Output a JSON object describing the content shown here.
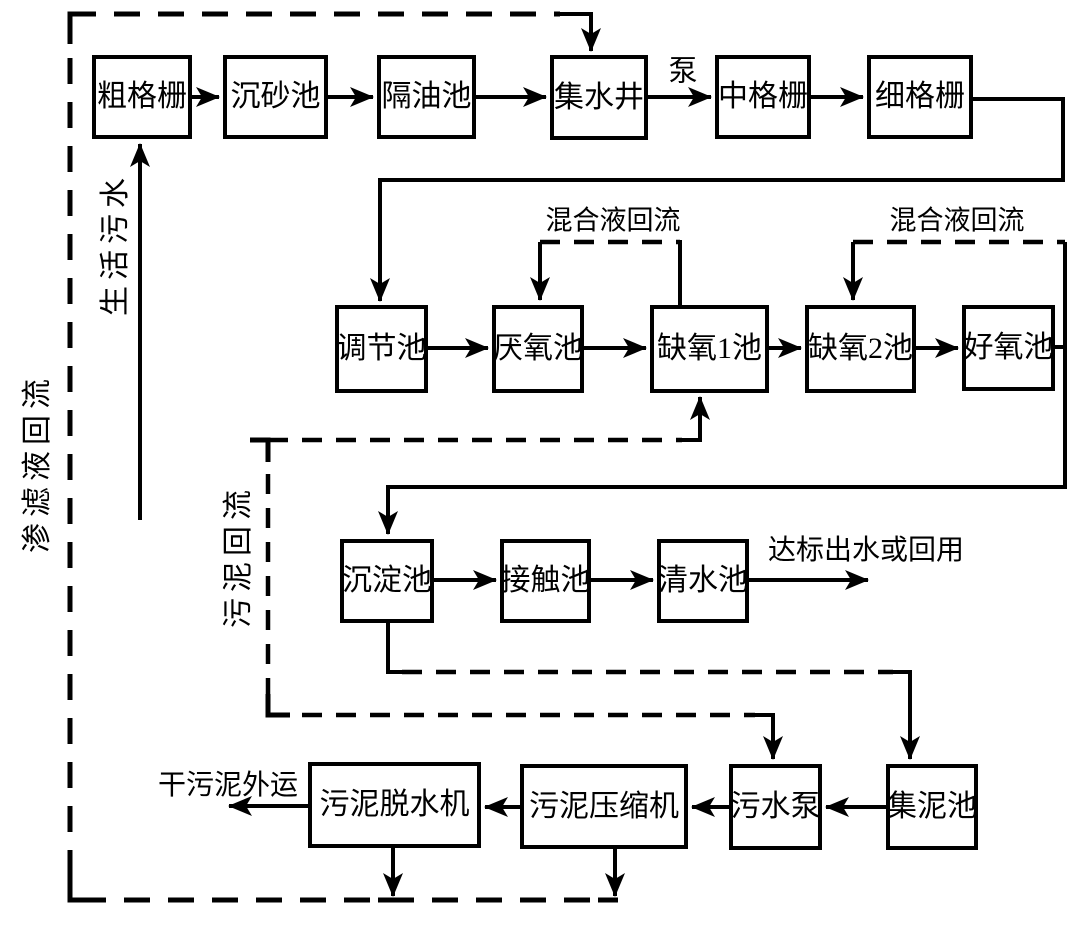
{
  "diagram": {
    "background_color": "#ffffff",
    "line_color": "#000000",
    "nodes": {
      "coarse_screen": "粗格栅",
      "grit_chamber": "沉砂池",
      "oil_separation_tank": "隔油池",
      "water_collecting_well": "集水井",
      "medium_screen": "中格栅",
      "fine_screen": "细格栅",
      "regulating_tank": "调节池",
      "anaerobic_tank": "厌氧池",
      "anoxic_tank_1": "缺氧1池",
      "anoxic_tank_2": "缺氧2池",
      "aerobic_tank": "好氧池",
      "sedimentation_tank": "沉淀池",
      "contact_tank": "接触池",
      "clear_water_tank": "清水池",
      "sludge_dewatering_machine": "污泥脱水机",
      "sludge_compressor": "污泥压缩机",
      "sewage_pump": "污水泵",
      "sludge_collecting_tank": "集泥池"
    },
    "flow_labels": {
      "pump": "泵",
      "mixed_liquor_reflux_1": "混合液回流",
      "mixed_liquor_reflux_2": "混合液回流",
      "domestic_sewage": "生活污水",
      "leachate_reflux": "渗滤液回流",
      "sludge_reflux": "污泥回流",
      "effluent_or_reuse": "达标出水或回用",
      "dry_sludge_out": "干污泥外运"
    }
  }
}
